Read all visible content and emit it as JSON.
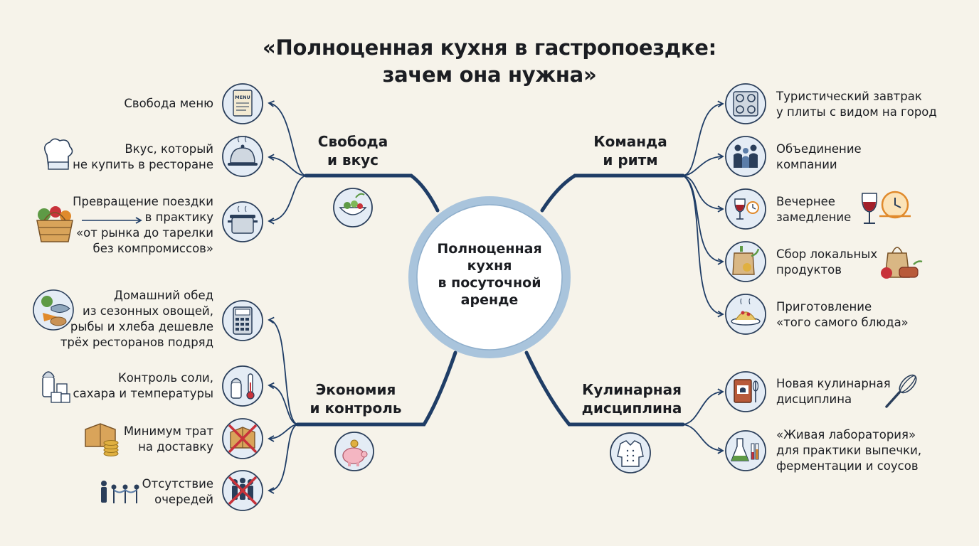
{
  "title_lines": [
    "«Полноценная кухня в гастропоездке:",
    "зачем она нужна»"
  ],
  "center_lines": [
    "Полноценная",
    "кухня",
    "в посуточной",
    "аренде"
  ],
  "branches": {
    "freedom": {
      "title_lines": [
        "Свобода",
        "и вкус"
      ],
      "items": [
        {
          "lines": [
            "Свобода меню"
          ],
          "icon": "menu-icon",
          "menu_label": "MENU"
        },
        {
          "lines": [
            "Вкус, который",
            "не купить в ресторане"
          ],
          "icon": "cloche-icon"
        },
        {
          "lines": [
            "Превращение поездки",
            "в практику",
            "«от рынка до тарелки",
            "без компромиссов»"
          ],
          "icon": "cooking-pot-icon"
        }
      ]
    },
    "team": {
      "title_lines": [
        "Команда",
        "и ритм"
      ],
      "items": [
        {
          "lines": [
            "Туристический завтрак",
            "у плиты с видом на город"
          ],
          "icon": "stove-icon"
        },
        {
          "lines": [
            "Объединение",
            "компании"
          ],
          "icon": "people-group-icon"
        },
        {
          "lines": [
            "Вечернее",
            "замедление"
          ],
          "icon": "wine-clock-icon"
        },
        {
          "lines": [
            "Сбор локальных",
            "продуктов"
          ],
          "icon": "grocery-bag-icon"
        },
        {
          "lines": [
            "Приготовление",
            "«того самого блюда»"
          ],
          "icon": "pasta-dish-icon"
        }
      ]
    },
    "economy": {
      "title_lines": [
        "Экономия",
        "и контроль"
      ],
      "items": [
        {
          "lines": [
            "Домашний обед",
            "из сезонных овощей,",
            "рыбы и хлеба дешевле",
            "трёх ресторанов подряд"
          ],
          "icon": "calculator-icon"
        },
        {
          "lines": [
            "Контроль соли,",
            "сахара и температуры"
          ],
          "icon": "salt-thermometer-icon"
        },
        {
          "lines": [
            "Минимум трат",
            "на доставку"
          ],
          "icon": "no-delivery-icon"
        },
        {
          "lines": [
            "Отсутствие",
            "очередей"
          ],
          "icon": "no-queue-icon"
        }
      ]
    },
    "discipline": {
      "title_lines": [
        "Кулинарная",
        "дисциплина"
      ],
      "items": [
        {
          "lines": [
            "Новая кулинарная",
            "дисциплина"
          ],
          "icon": "cookbook-whisk-icon"
        },
        {
          "lines": [
            "«Живая лаборатория»",
            "для практики выпечки,",
            "ферментации и соусов"
          ],
          "icon": "lab-flask-icon"
        }
      ]
    }
  },
  "colors": {
    "background": "#f6f3ea",
    "line": "#1f3d66",
    "circle_fill": "#e4ecf5",
    "circle_stroke": "#2a3e5a",
    "center_ring": "#a9c4dc",
    "accent_red": "#c8323a",
    "accent_green": "#5e9a45",
    "accent_orange": "#e08a2c"
  }
}
